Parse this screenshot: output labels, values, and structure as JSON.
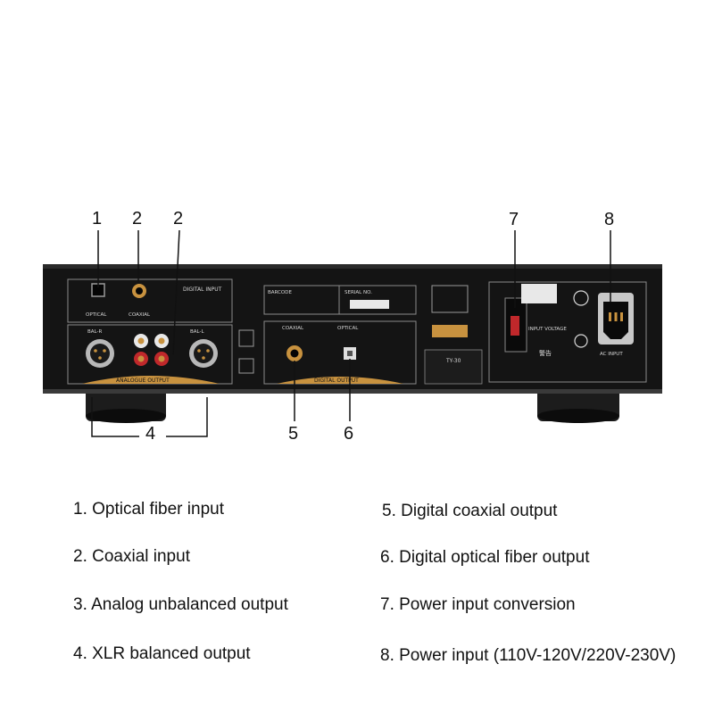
{
  "callouts": [
    "1",
    "2",
    "2",
    "7",
    "8",
    "4",
    "5",
    "6"
  ],
  "device": {
    "digital_input": "DIGITAL INPUT",
    "optical": "OPTICAL",
    "coaxial": "COAXIAL",
    "bal_r": "BAL-R",
    "bal_l": "BAL-L",
    "analogue_output": "ANALOGUE OUTPUT",
    "barcode": "BARCODE",
    "serial_no": "SERIAL NO.",
    "out_coaxial": "COAXIAL",
    "out_optical": "OPTICAL",
    "digital_output": "DIGITAL OUTPUT",
    "input_voltage": "INPUT VOLTAGE",
    "ac_input": "AC INPUT",
    "warning": "警告",
    "model": "TY-30"
  },
  "legend": {
    "item1": "1. Optical fiber input",
    "item2": "2. Coaxial input",
    "item3": "3. Analog unbalanced output",
    "item4": "4. XLR balanced output",
    "item5": "5. Digital coaxial output",
    "item6": "6. Digital optical fiber output",
    "item7": "7. Power input conversion",
    "item8": "8. Power input (110V-120V/220V-230V)"
  },
  "colors": {
    "chassis": "#141414",
    "panel_line": "#8a8a8a",
    "gold": "#c8923f",
    "jack_red": "#c0282b",
    "label_text": "#d8d8d8"
  }
}
